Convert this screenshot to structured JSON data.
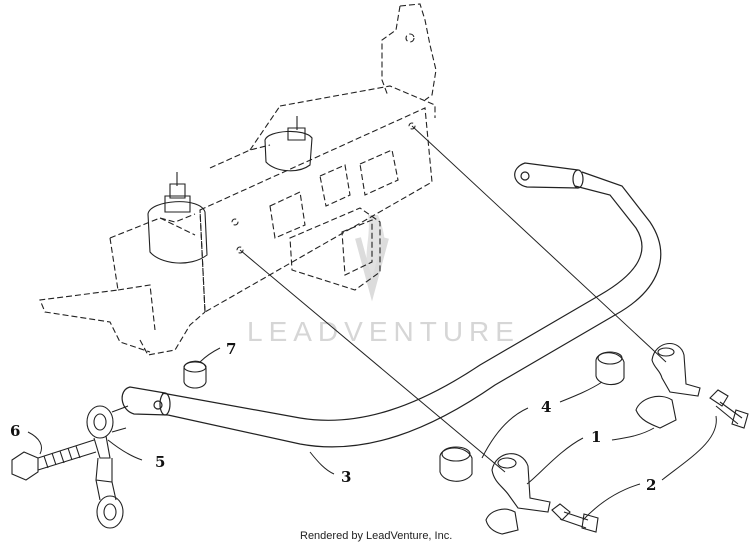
{
  "diagram": {
    "callouts": [
      "1",
      "2",
      "3",
      "4",
      "5",
      "6",
      "7"
    ],
    "watermark": "LEADVENTURE",
    "footer": "Rendered by LeadVenture, Inc."
  }
}
